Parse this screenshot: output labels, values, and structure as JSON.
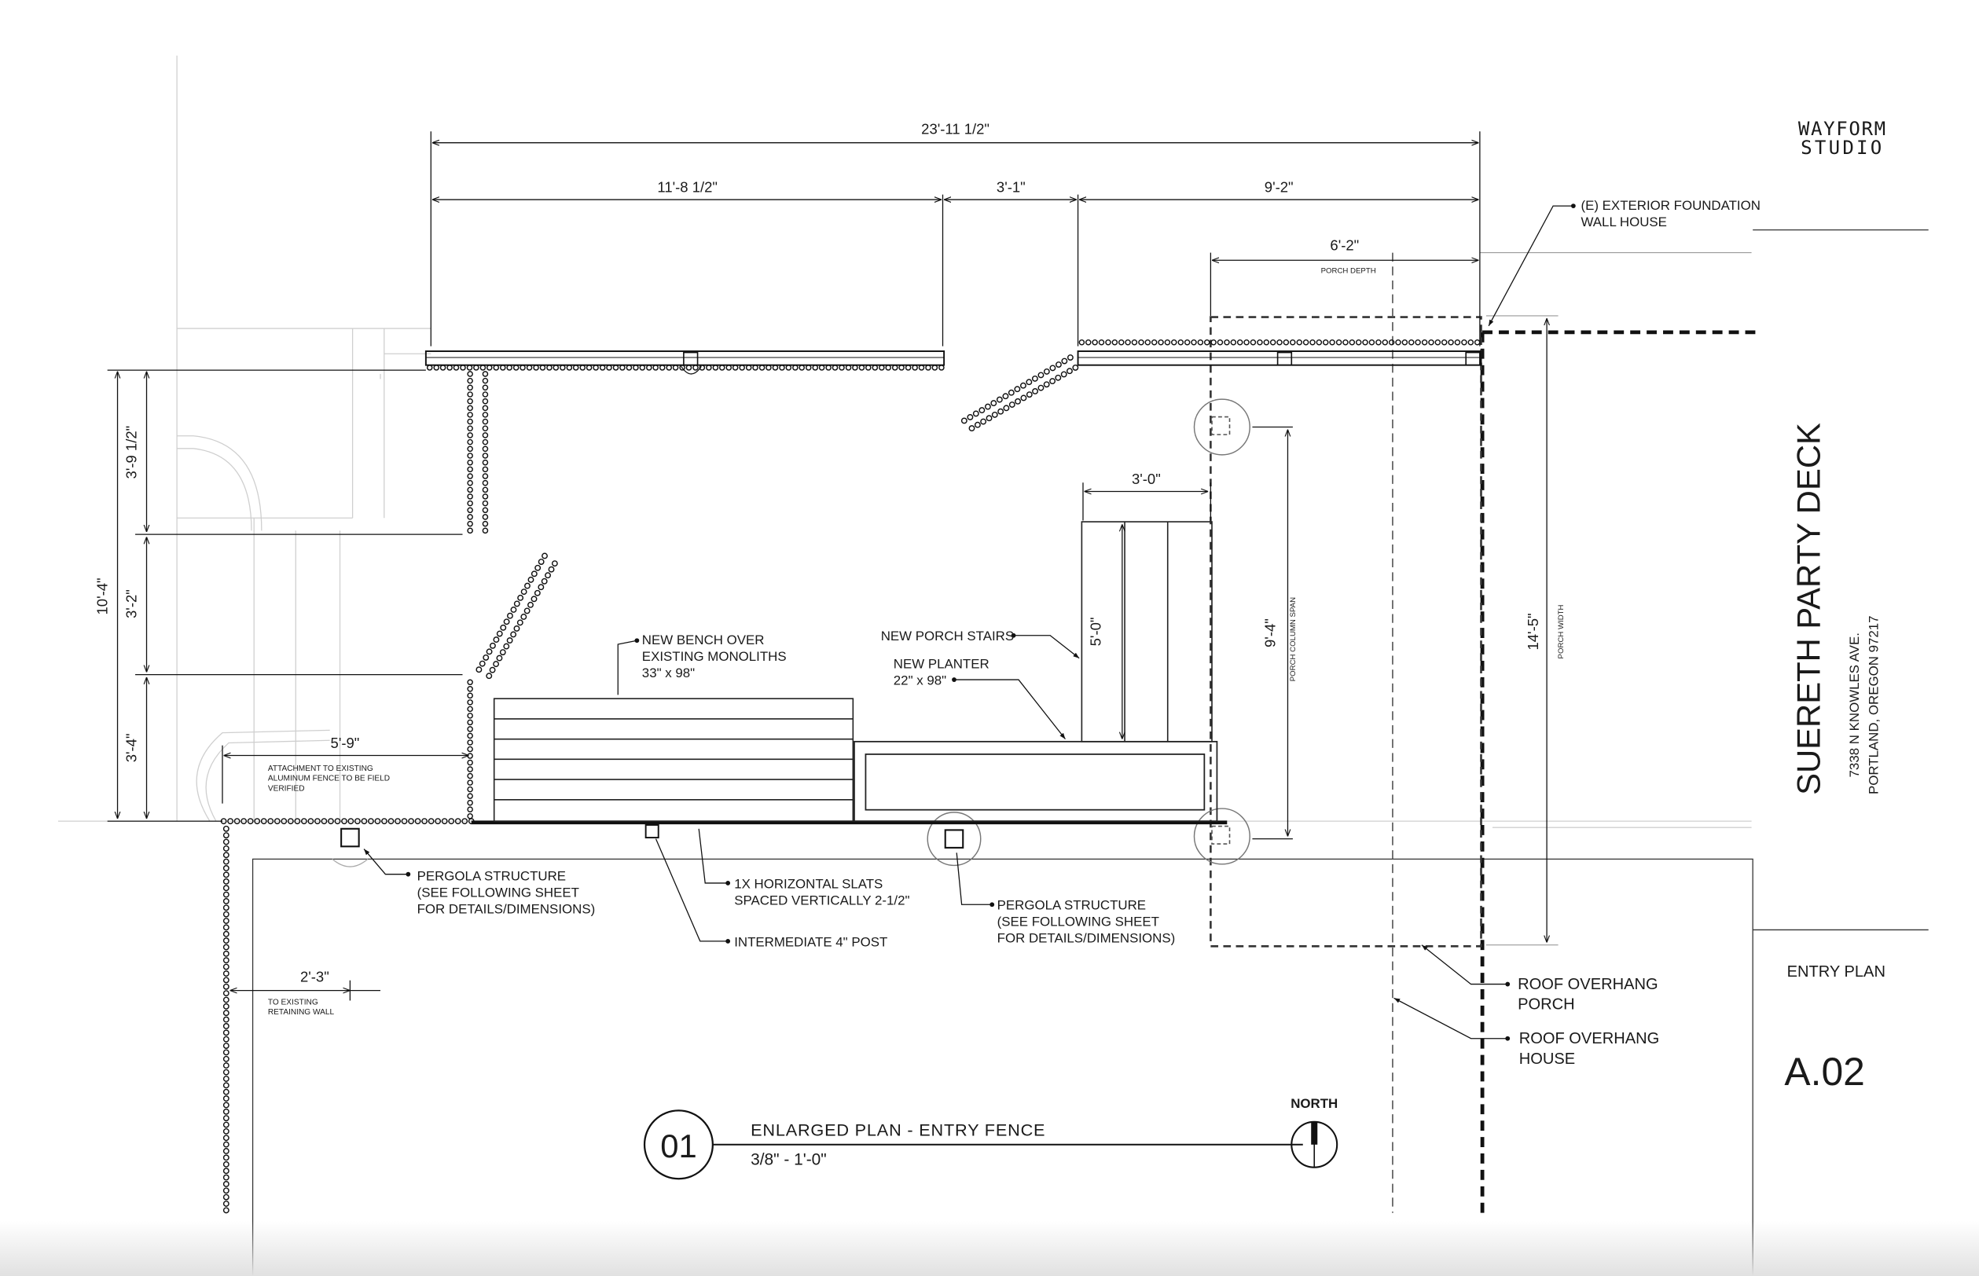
{
  "title_block": {
    "firm_line1": "WAYFORM",
    "firm_line2": "STUDIO",
    "project_name": "SUERETH PARTY DECK",
    "address_line1": "7338 N KNOWLES AVE.",
    "address_line2": "PORTLAND, OREGON 97217",
    "sheet_title": "ENTRY PLAN",
    "sheet_number": "A.02"
  },
  "dimensions": {
    "overall_width": "23'-11 1/2\"",
    "segment_left": "11'-8 1/2\"",
    "segment_mid": "3'-1\"",
    "segment_right": "9'-2\"",
    "porch_depth": "6'-2\"",
    "porch_depth_label": "PORCH DEPTH",
    "stair_width": "3'-0\"",
    "stair_run": "5'-0\"",
    "porch_column_span": "9'-4\"",
    "porch_column_span_label": "PORCH COLUMN SPAN",
    "porch_width": "14'-5\"",
    "porch_width_label": "PORCH WIDTH",
    "left_overall": "10'-4\"",
    "left_upper": "3'-9 1/2\"",
    "left_mid": "3'-2\"",
    "left_lower": "3'-4\"",
    "attachment_dim": "5'-9\"",
    "retaining_dim": "2'-3\""
  },
  "notes": {
    "foundation_wall_1": "(E) EXTERIOR FOUNDATION",
    "foundation_wall_2": "WALL HOUSE",
    "bench_1": "NEW BENCH OVER",
    "bench_2": "EXISTING MONOLITHS",
    "bench_3": "33\" x 98\"",
    "porch_stairs": "NEW PORCH STAIRS",
    "planter_1": "NEW PLANTER",
    "planter_2": "22\" x 98\"",
    "attachment_1": "ATTACHMENT TO EXISTING",
    "attachment_2": "ALUMINUM FENCE TO BE FIELD",
    "attachment_3": "VERIFIED",
    "pergola_a_1": "PERGOLA STRUCTURE",
    "pergola_a_2": "(SEE FOLLOWING SHEET",
    "pergola_a_3": "FOR DETAILS/DIMENSIONS)",
    "slats_1": "1X HORIZONTAL SLATS",
    "slats_2": "SPACED VERTICALLY 2-1/2\"",
    "post": "INTERMEDIATE 4\" POST",
    "pergola_b_1": "PERGOLA STRUCTURE",
    "pergola_b_2": "(SEE FOLLOWING SHEET",
    "pergola_b_3": "FOR DETAILS/DIMENSIONS)",
    "retaining_1": "TO EXISTING",
    "retaining_2": "RETAINING WALL",
    "roof_porch_1": "ROOF OVERHANG",
    "roof_porch_2": "PORCH",
    "roof_house_1": "ROOF OVERHANG",
    "roof_house_2": "HOUSE"
  },
  "drawing_title": {
    "number": "01",
    "name": "ENLARGED PLAN - ENTRY FENCE",
    "scale": "3/8\" - 1'-0\"",
    "north_label": "NORTH"
  }
}
